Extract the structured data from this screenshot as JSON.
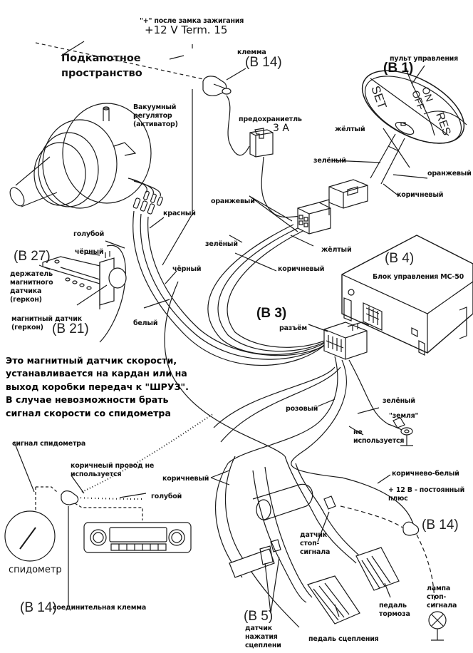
{
  "title": "Подкапотное пространство",
  "ignition": {
    "caption": "\"+\" после замка зажигания",
    "value": "+12 V Term. 15"
  },
  "clamp_top": {
    "caption": "клемма",
    "ref": "(B 14)"
  },
  "remote": {
    "caption": "пульт управления",
    "ref": "(B 1)",
    "buttons": [
      "SET",
      "ON OFF",
      "RES"
    ]
  },
  "actuator": {
    "caption": "Вакуумный\nрегулятор\n(активатор)"
  },
  "fuse": {
    "caption": "предохраниетль",
    "rating": "3 A"
  },
  "wire_labels": {
    "yellow_top": "жёлтый",
    "green_top": "зелёный",
    "orange_right": "оранжевый",
    "brown_top": "коричневый",
    "orange_left": "оранжевый",
    "green_mid": "зелёный",
    "yellow_mid": "жёлтый",
    "brown_mid": "коричневый",
    "red": "красный",
    "blue": "голубой",
    "black_sensor": "чёрный",
    "black": "чёрный",
    "white": "белый",
    "pink": "розовый",
    "green_ground": "зелёный",
    "ground": "\"земля\"",
    "not_used": "не\nиспользуется",
    "brown_white": "коричнево-белый",
    "plus12": "+ 12 В - постоянный\nплюс",
    "brown_low": "коричневый",
    "blue_low": "голубой"
  },
  "sensor_holder": {
    "ref": "(B 27)",
    "caption": "держатель\nмагнитного\nдатчика\n(геркон)"
  },
  "magnetic_sensor": {
    "caption": "магнитный датчик\n(геркон)",
    "ref": "(B 21)"
  },
  "control_unit": {
    "ref": "(B 4)",
    "caption": "Блок управления MC-50"
  },
  "connector": {
    "ref": "(B 3)",
    "caption": "разъём"
  },
  "note": "Это магнитный датчик скорости,\nустанавливается на кардан или на\nвыход коробки передач к \"ШРУЗ\".\nВ случае невозможности брать\nсигнал скорости со спидометра",
  "speedo": {
    "signal_caption": "сигнал спидометра",
    "brown_unused": "коричнеый провод не\nиспользуется",
    "caption": "спидометр",
    "clamp_ref": "(B 14)",
    "clamp_caption": "соединительная клемма"
  },
  "brake": {
    "sensor_caption": "датчик\nстоп-\nсигнала",
    "clamp_ref": "(B 14)",
    "lamp_caption": "лампа\nстоп-\nсигнала",
    "pedal_caption": "педаль\nтормоза"
  },
  "clutch": {
    "ref": "(B 5)",
    "sensor_caption": "датчик\nнажатия\nсцеплени",
    "pedal_caption": "педаль сцепления"
  }
}
